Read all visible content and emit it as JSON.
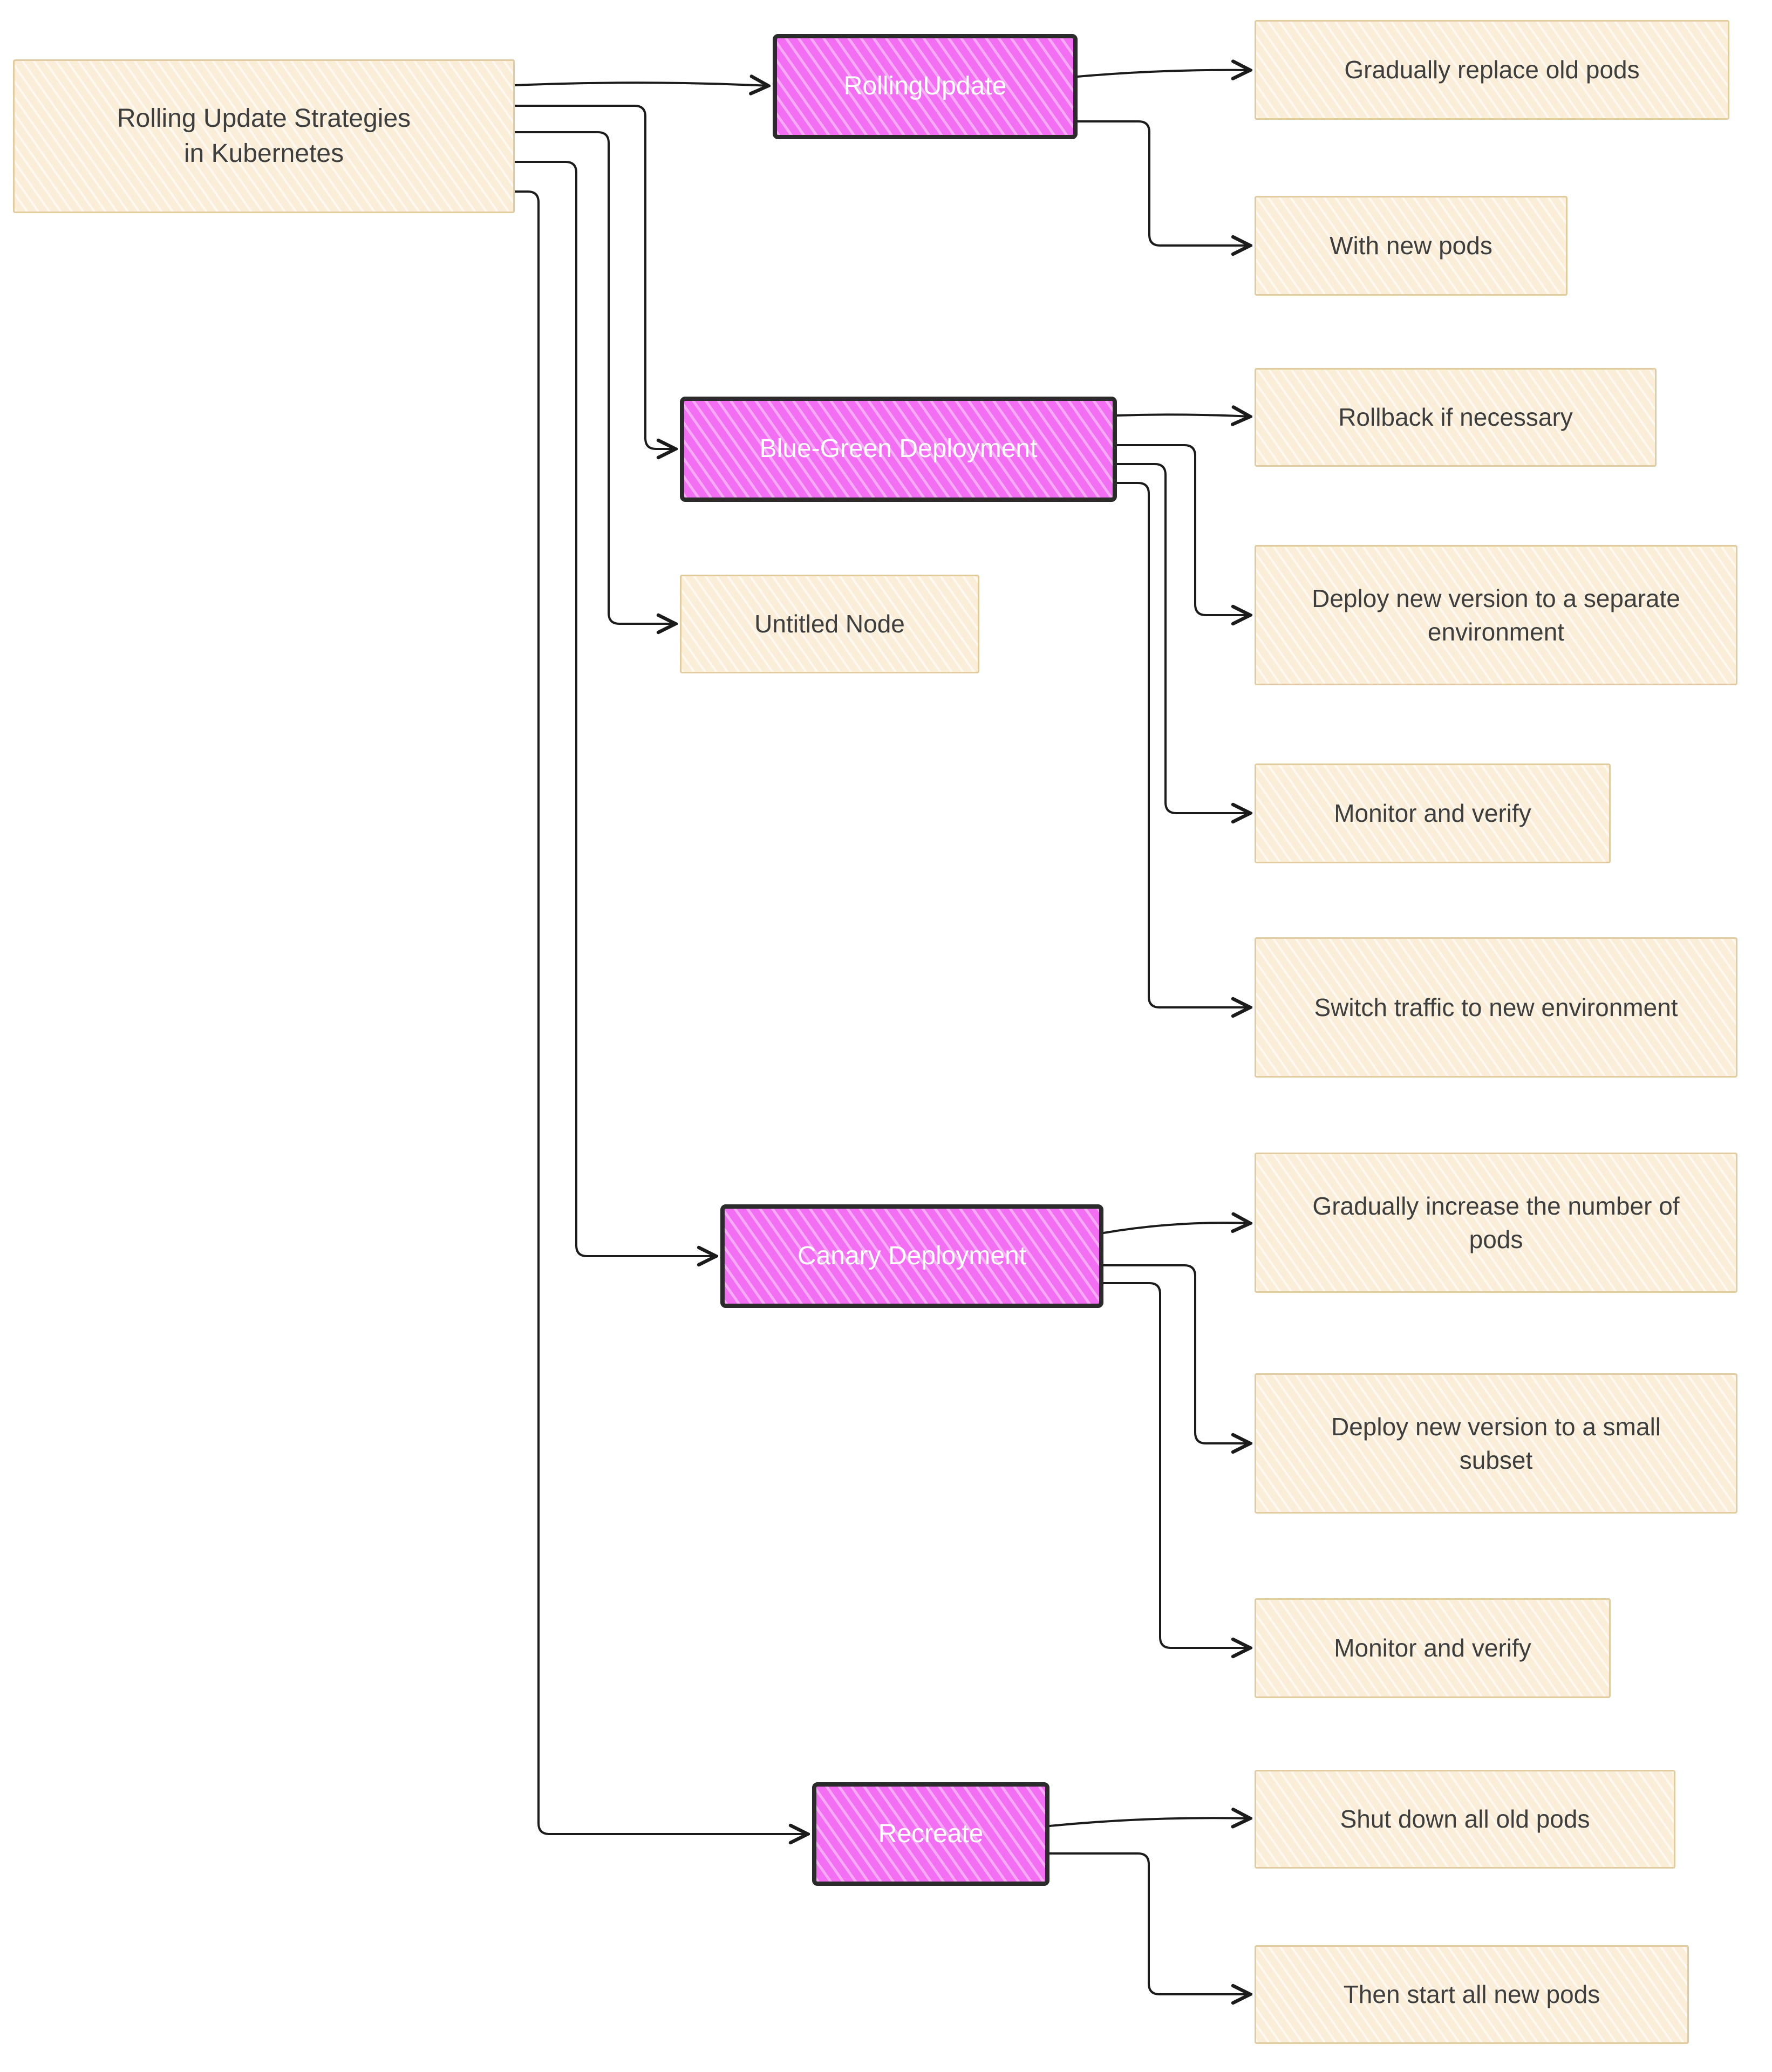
{
  "title": "Rolling Update Strategies in Kubernetes",
  "root": {
    "label_line1": "Rolling Update Strategies",
    "label_line2": "in Kubernetes"
  },
  "branches": [
    {
      "label": "RollingUpdate",
      "children": [
        {
          "label": "Gradually replace old pods"
        },
        {
          "label": "With new pods"
        }
      ]
    },
    {
      "label": "Blue-Green Deployment",
      "children": [
        {
          "label": "Rollback if necessary"
        },
        {
          "label": "Deploy new version to a separate environment"
        },
        {
          "label": "Monitor and verify"
        },
        {
          "label": "Switch traffic to new environment"
        }
      ]
    },
    {
      "label": "Untitled Node",
      "children": []
    },
    {
      "label": "Canary Deployment",
      "children": [
        {
          "label": "Gradually increase the number of pods"
        },
        {
          "label": "Deploy new version to a small subset"
        },
        {
          "label": "Monitor and verify"
        }
      ]
    },
    {
      "label": "Recreate",
      "children": [
        {
          "label": "Shut down all old pods"
        },
        {
          "label": "Then start all new pods"
        }
      ]
    }
  ],
  "colors": {
    "canvas_bg": "#ffffff",
    "leaf_fill": "#faeed8",
    "leaf_border": "#e3cba0",
    "branch_fill": "#f26ef2",
    "branch_border": "#2b2b2b",
    "edge": "#1b1b1b",
    "leaf_text": "#3e3e3e",
    "branch_text": "#ffffff"
  }
}
